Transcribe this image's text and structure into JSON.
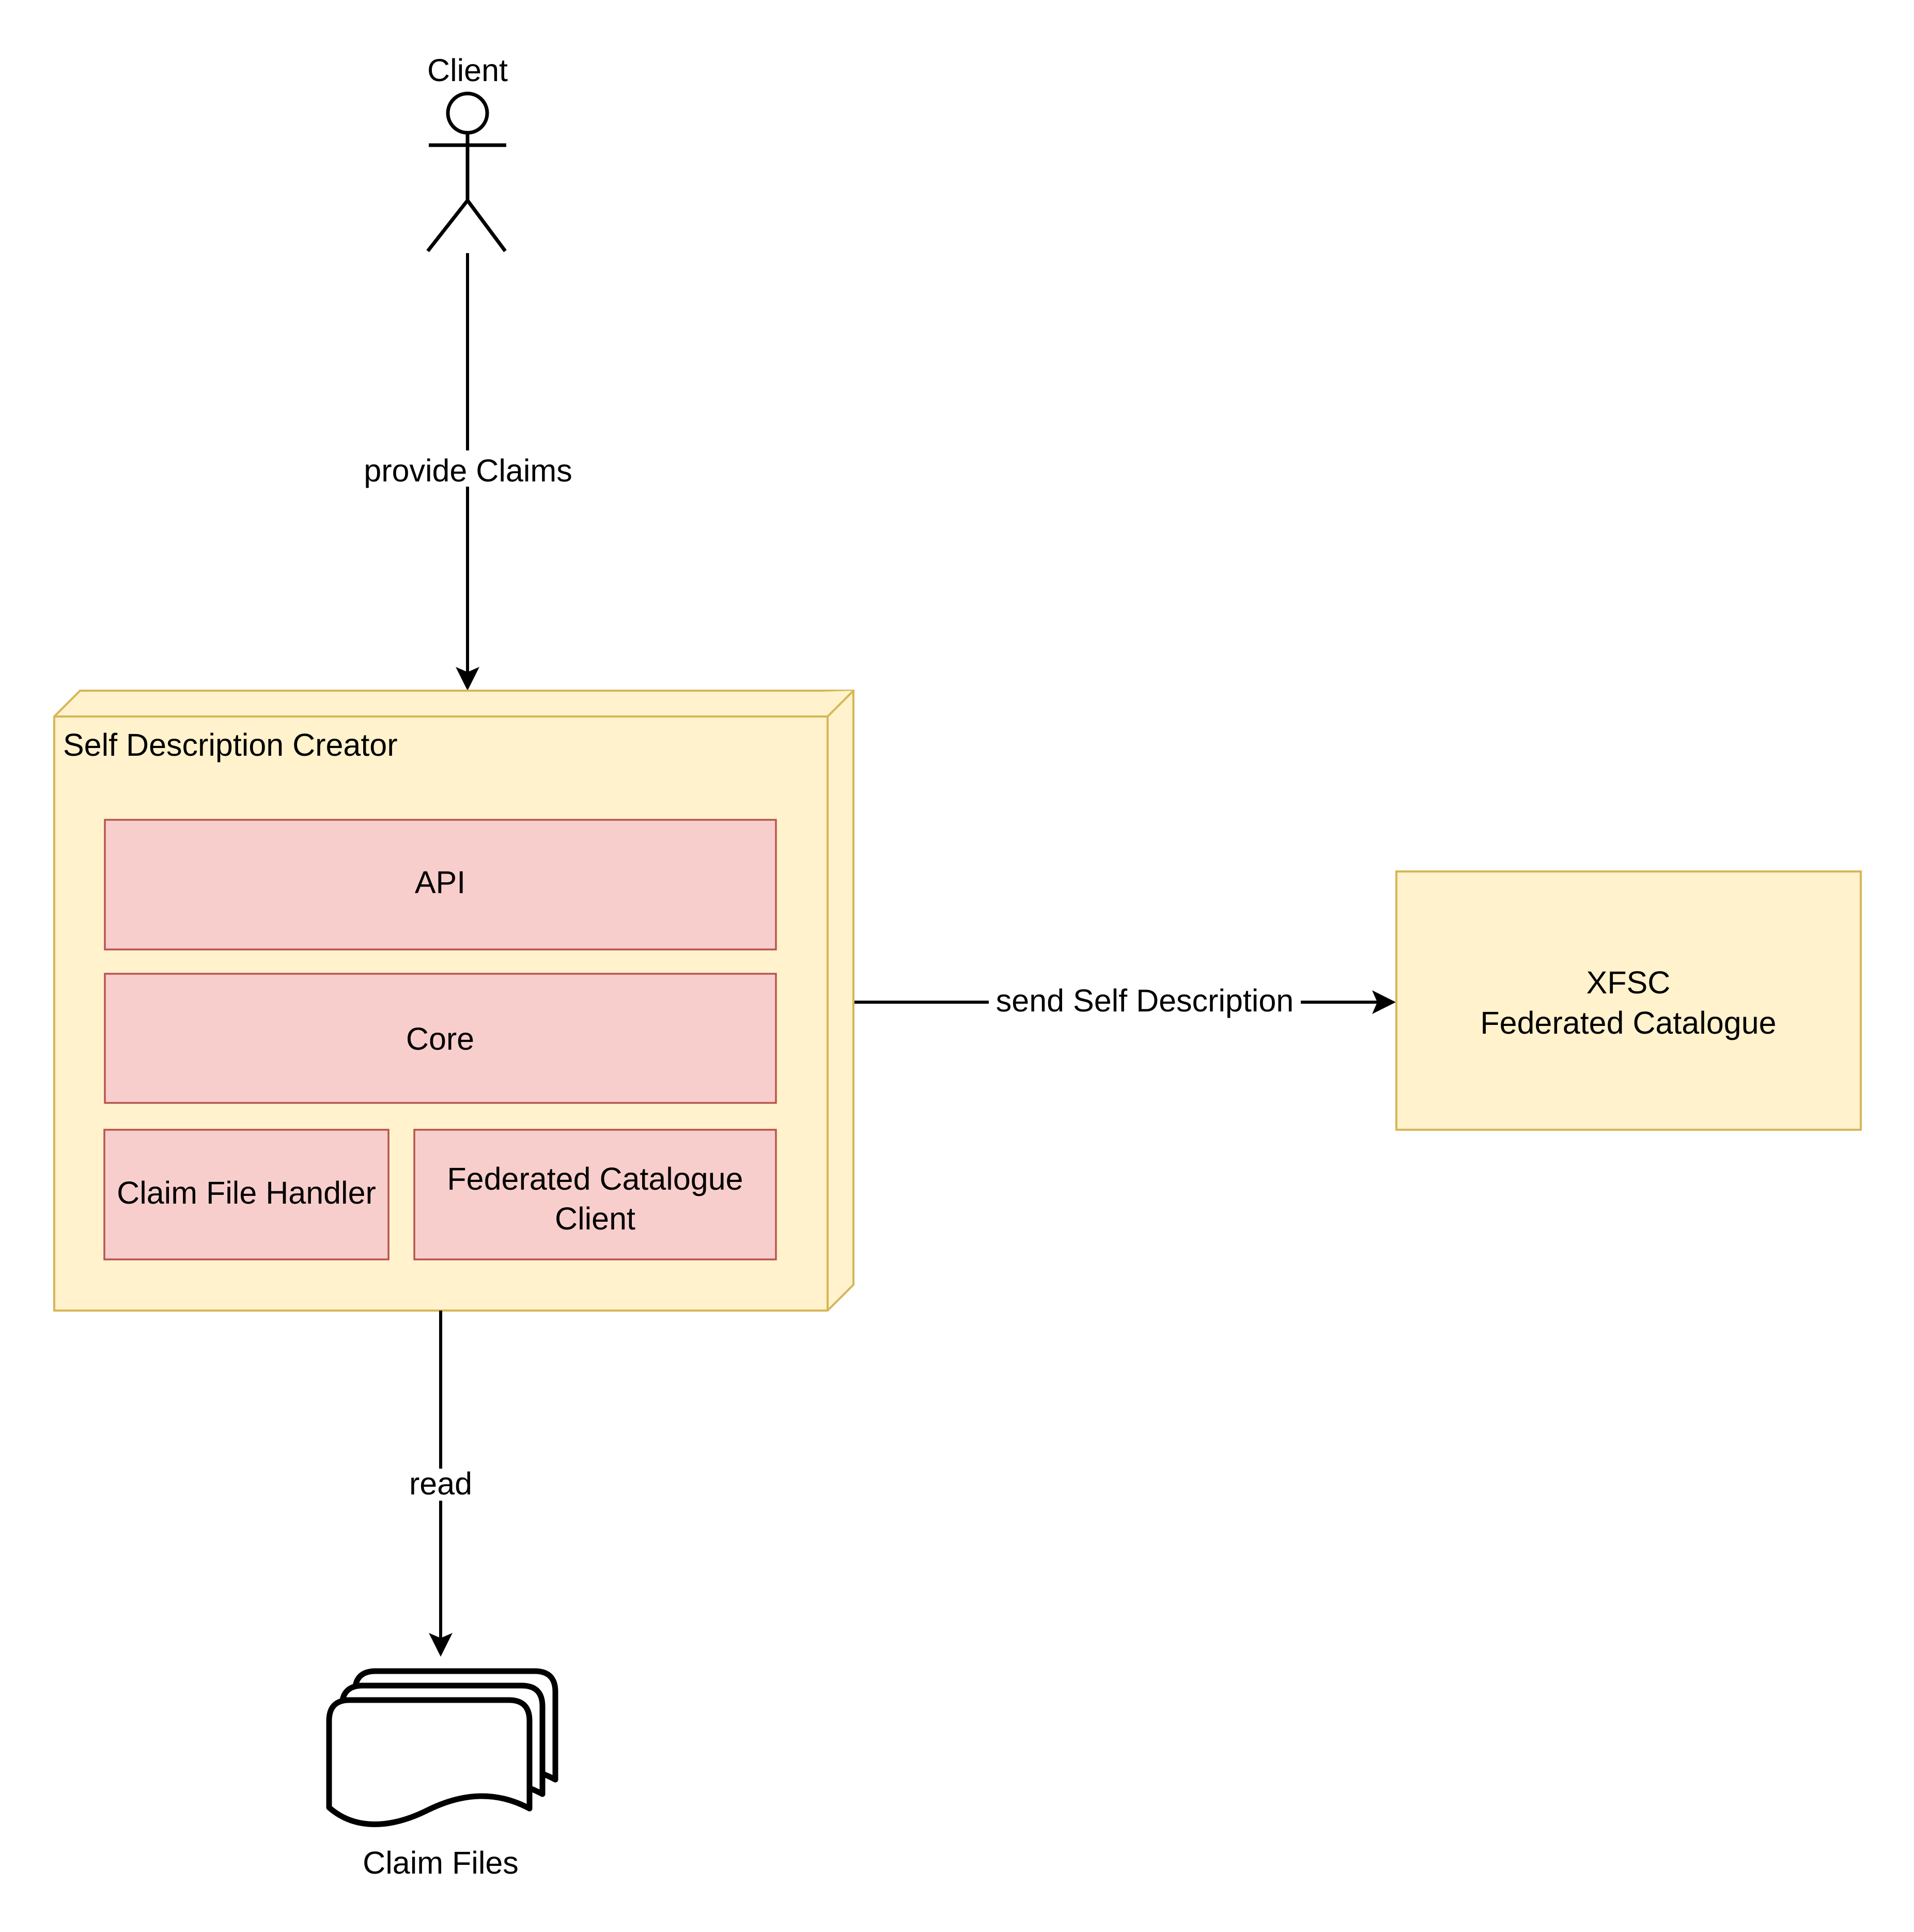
{
  "diagram": {
    "actor": {
      "label": "Client"
    },
    "edges": {
      "provide_claims": {
        "label": "provide Claims"
      },
      "send_self_description": {
        "label": "send Self Description"
      },
      "read": {
        "label": "read"
      }
    },
    "self_description_creator": {
      "title": "Self Description Creator",
      "components": {
        "api": {
          "label": "API"
        },
        "core": {
          "label": "Core"
        },
        "claim_file_handler": {
          "label": "Claim File Handler"
        },
        "federated_catalogue_client": {
          "label_line1": "Federated Catalogue",
          "label_line2": "Client"
        }
      }
    },
    "xfsc_federated_catalogue": {
      "label_line1": "XFSC",
      "label_line2": "Federated Catalogue"
    },
    "claim_files": {
      "label": "Claim Files"
    },
    "icons": {
      "client": "actor-stick-figure-icon",
      "claim_files": "stacked-documents-icon",
      "arrow_style": "classic-notched-arrowhead"
    },
    "colors": {
      "background": "#FFFFFF",
      "container_fill": "#FFF2CC",
      "container_stroke": "#D6B656",
      "component_fill": "#F8CECC",
      "component_stroke": "#B85450",
      "line_and_text": "#000000"
    }
  }
}
